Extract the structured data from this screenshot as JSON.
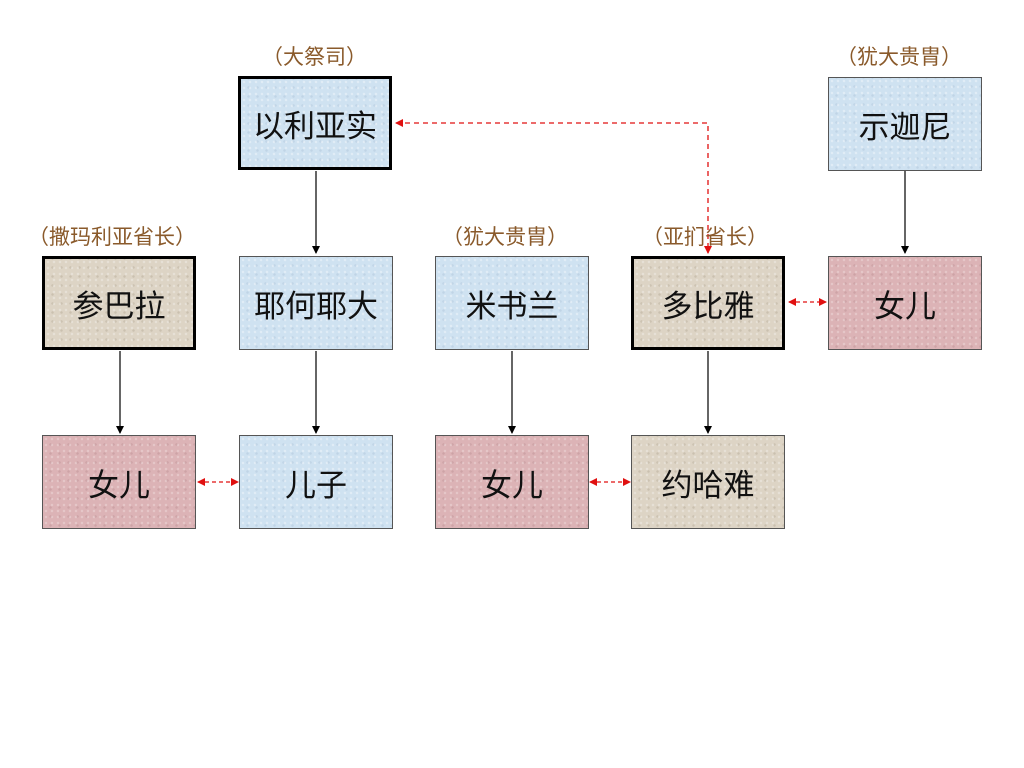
{
  "labels": {
    "high_priest": "（大祭司）",
    "jewish_noble_1": "（犹大贵胄）",
    "samaria_governor": "（撒玛利亚省长）",
    "jewish_noble_2": "（犹大贵胄）",
    "ammon_governor": "（亚扪省长）"
  },
  "boxes": {
    "eliashib": "以利亚实",
    "shecaniah": "示迦尼",
    "sanballat": "参巴拉",
    "joiada": "耶何耶大",
    "meshullam": "米书兰",
    "tobiah": "多比雅",
    "shecaniah_daughter": "女儿",
    "sanballat_daughter": "女儿",
    "joiada_son": "儿子",
    "meshullam_daughter": "女儿",
    "jehohanan": "约哈难"
  },
  "colors": {
    "blue_fill": "#cfe2f1",
    "pink_fill": "#dcb3b6",
    "tan_fill": "#ddd4c5",
    "label_color": "#8a5a2b",
    "marriage_link": "#e01010",
    "descent_line": "#000000"
  }
}
